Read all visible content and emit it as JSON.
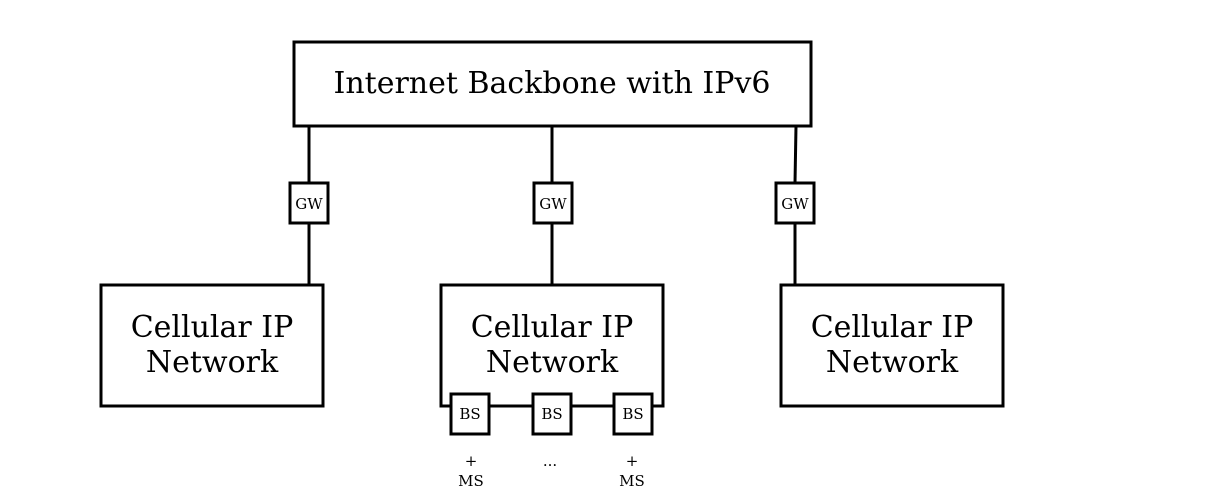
{
  "backbone": {
    "label": "Internet Backbone with IPv6"
  },
  "gateways": [
    {
      "label": "GW"
    },
    {
      "label": "GW"
    },
    {
      "label": "GW"
    }
  ],
  "networks": [
    {
      "line1": "Cellular IP",
      "line2": "Network"
    },
    {
      "line1": "Cellular IP",
      "line2": "Network"
    },
    {
      "line1": "Cellular IP",
      "line2": "Network"
    }
  ],
  "base_stations": [
    {
      "label": "BS"
    },
    {
      "label": "BS"
    },
    {
      "label": "BS"
    }
  ],
  "mobile_stations": [
    {
      "plus": "+",
      "label": "MS"
    },
    {
      "ellipsis": "..."
    },
    {
      "plus": "+",
      "label": "MS"
    }
  ]
}
